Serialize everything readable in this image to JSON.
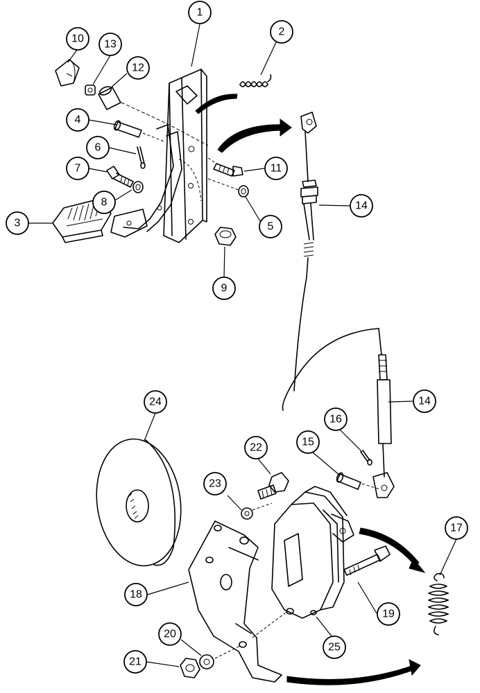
{
  "callouts": [
    {
      "key": "c1",
      "label": "1"
    },
    {
      "key": "c2",
      "label": "2"
    },
    {
      "key": "c3",
      "label": "3"
    },
    {
      "key": "c4",
      "label": "4"
    },
    {
      "key": "c5",
      "label": "5"
    },
    {
      "key": "c6",
      "label": "6"
    },
    {
      "key": "c7",
      "label": "7"
    },
    {
      "key": "c8",
      "label": "8"
    },
    {
      "key": "c9",
      "label": "9"
    },
    {
      "key": "c10",
      "label": "10"
    },
    {
      "key": "c11",
      "label": "11"
    },
    {
      "key": "c12",
      "label": "12"
    },
    {
      "key": "c13",
      "label": "13"
    },
    {
      "key": "c14a",
      "label": "14"
    },
    {
      "key": "c14b",
      "label": "14"
    },
    {
      "key": "c15",
      "label": "15"
    },
    {
      "key": "c16",
      "label": "16"
    },
    {
      "key": "c17",
      "label": "17"
    },
    {
      "key": "c18",
      "label": "18"
    },
    {
      "key": "c19",
      "label": "19"
    },
    {
      "key": "c20",
      "label": "20"
    },
    {
      "key": "c21",
      "label": "21"
    },
    {
      "key": "c22",
      "label": "22"
    },
    {
      "key": "c23",
      "label": "23"
    },
    {
      "key": "c24",
      "label": "24"
    },
    {
      "key": "c25",
      "label": "25"
    }
  ]
}
